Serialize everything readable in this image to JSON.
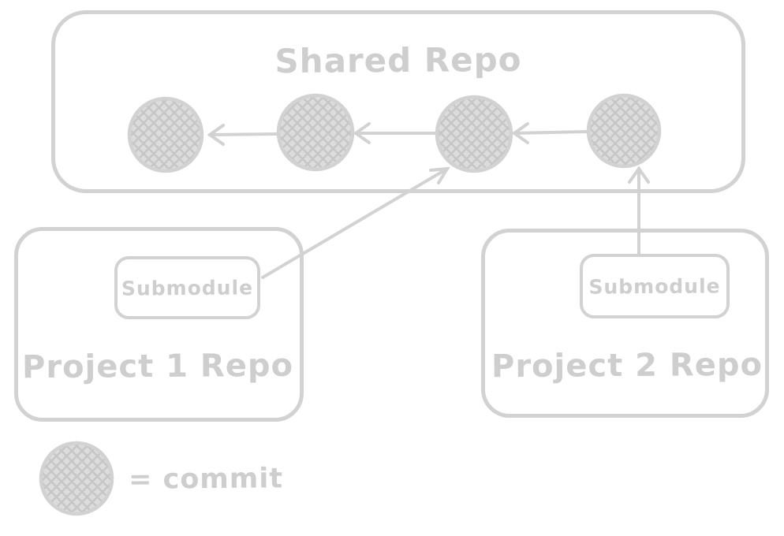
{
  "colors": {
    "stroke": "#d2d2d2",
    "fill": "#dcdcdc",
    "hatch": "#c6c6c6",
    "text": "#cecece",
    "background": "#ffffff"
  },
  "shared_repo": {
    "title": "Shared Repo",
    "commit_count": 4,
    "arrow_direction": "each commit points left to its parent"
  },
  "project1": {
    "title": "Project 1 Repo",
    "submodule_label": "Submodule",
    "points_to": "third commit of shared repo"
  },
  "project2": {
    "title": "Project 2 Repo",
    "submodule_label": "Submodule",
    "points_to": "fourth commit of shared repo"
  },
  "legend": {
    "label": "= commit",
    "symbol": "hatched-circle"
  }
}
